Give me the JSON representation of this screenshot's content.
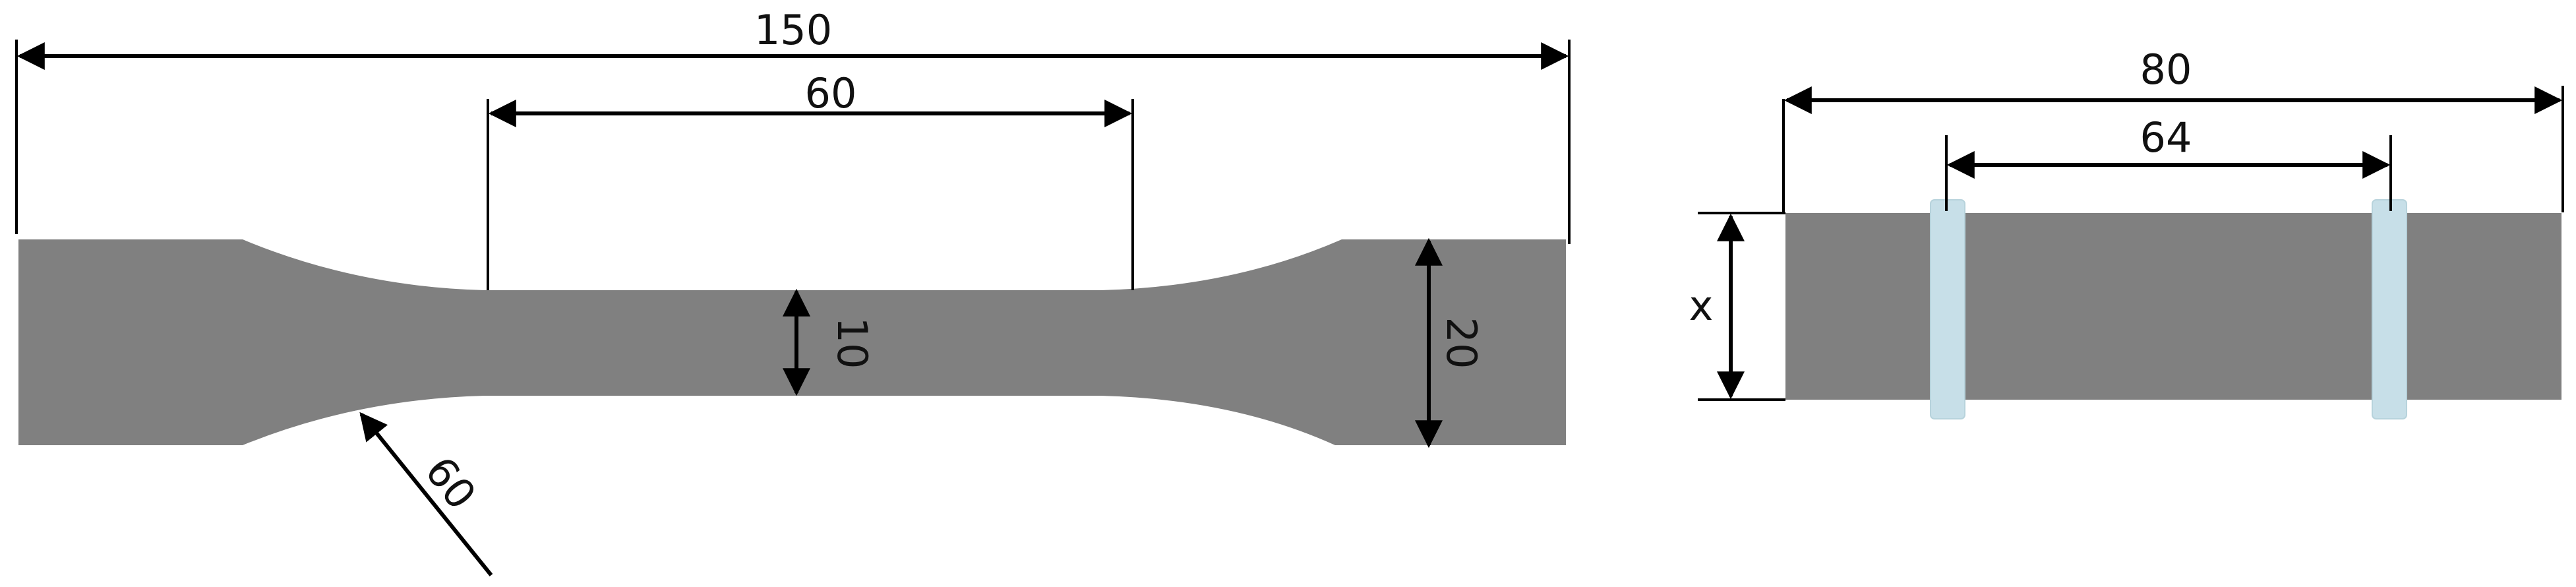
{
  "left_view": {
    "overall_length": "150",
    "gauge_length": "60",
    "gauge_width": "10",
    "grip_width": "20",
    "fillet_radius": "60"
  },
  "right_view": {
    "overall_length": "80",
    "band_spacing": "64",
    "height_variable": "x",
    "colors": {
      "band": "#c7dfe8"
    }
  },
  "colors": {
    "part": "#808080",
    "lines": "#000000"
  }
}
